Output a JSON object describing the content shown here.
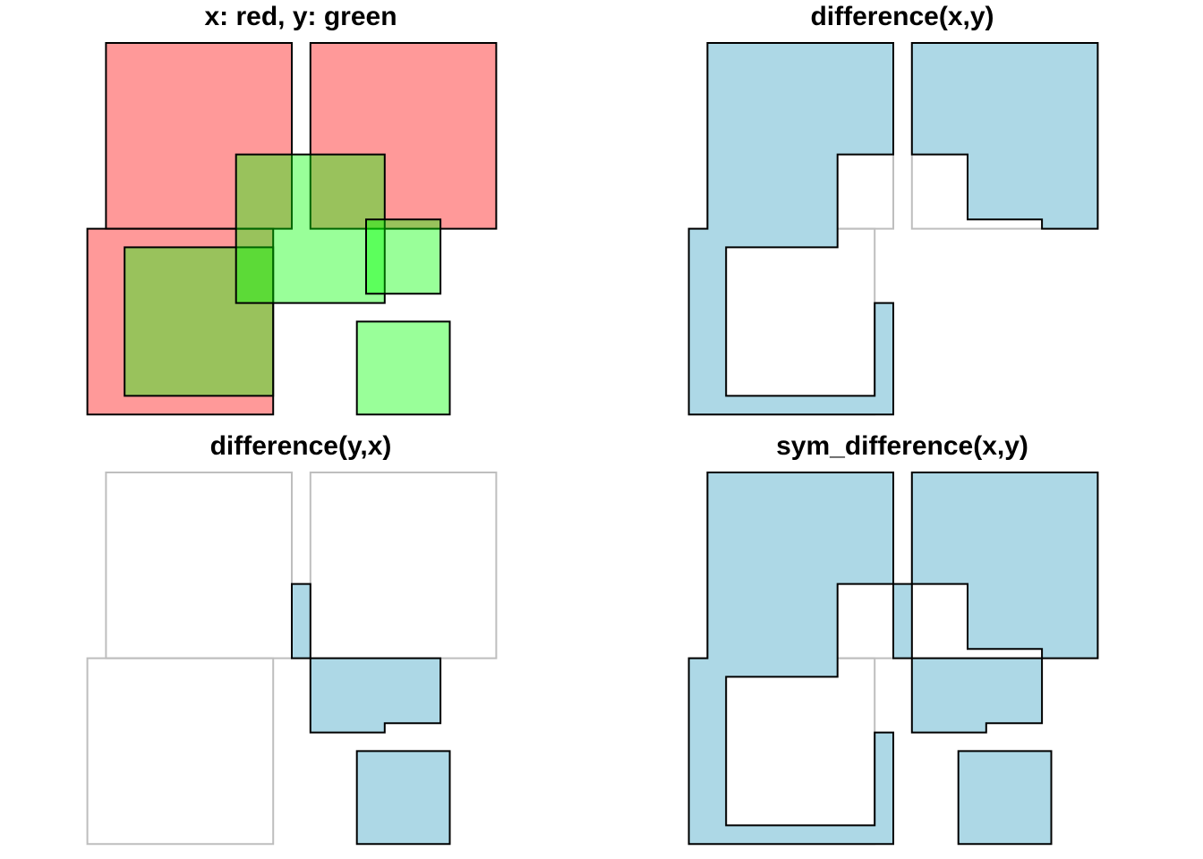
{
  "figure": {
    "colors": {
      "x_fill": "#ff000066",
      "y_fill": "#00ff0066",
      "result_fill": "#add8e6",
      "outline": "#000000",
      "reference_outline": "#bebebe"
    },
    "panels": [
      {
        "id": "inputs",
        "title": "x: red, y: green",
        "operation": "inputs",
        "shapes": [
          {
            "role": "x",
            "coords": [
              [
                0,
                3
              ],
              [
                2,
                3
              ],
              [
                2,
                1
              ],
              [
                0,
                1
              ]
            ]
          },
          {
            "role": "x",
            "coords": [
              [
                -0.2,
                1
              ],
              [
                1.8,
                1
              ],
              [
                1.8,
                -1
              ],
              [
                -0.2,
                -1
              ]
            ]
          },
          {
            "role": "x",
            "coords": [
              [
                2.2,
                3
              ],
              [
                4.2,
                3
              ],
              [
                4.2,
                1
              ],
              [
                2.2,
                1
              ]
            ]
          },
          {
            "role": "y",
            "coords": [
              [
                0.2,
                0.8
              ],
              [
                1.8,
                0.8
              ],
              [
                1.8,
                -0.8
              ],
              [
                0.2,
                -0.8
              ]
            ]
          },
          {
            "role": "y",
            "coords": [
              [
                1.4,
                1.8
              ],
              [
                3,
                1.8
              ],
              [
                3,
                0.2
              ],
              [
                1.4,
                0.2
              ]
            ]
          },
          {
            "role": "y",
            "coords": [
              [
                2.8,
                1.1
              ],
              [
                3.6,
                1.1
              ],
              [
                3.6,
                0.3
              ],
              [
                2.8,
                0.3
              ]
            ]
          },
          {
            "role": "y",
            "coords": [
              [
                2.7,
                0
              ],
              [
                3.7,
                0
              ],
              [
                3.7,
                -1
              ],
              [
                2.7,
                -1
              ]
            ]
          }
        ]
      },
      {
        "id": "diff-xy",
        "title": "difference(x,y)",
        "operation": "difference(x,y)",
        "reference_outlines": [
          [
            [
              0,
              3
            ],
            [
              2,
              3
            ],
            [
              2,
              1
            ],
            [
              0,
              1
            ]
          ],
          [
            [
              -0.2,
              1
            ],
            [
              1.8,
              1
            ],
            [
              1.8,
              -1
            ],
            [
              -0.2,
              -1
            ]
          ],
          [
            [
              2.2,
              3
            ],
            [
              4.2,
              3
            ],
            [
              4.2,
              1
            ],
            [
              2.2,
              1
            ]
          ]
        ],
        "shapes": [
          {
            "role": "result",
            "coords": [
              [
                0,
                3
              ],
              [
                2,
                3
              ],
              [
                2,
                1.8
              ],
              [
                1.4,
                1.8
              ],
              [
                1.4,
                1
              ],
              [
                1.4,
                0.8
              ],
              [
                0.2,
                0.8
              ],
              [
                0.2,
                -0.8
              ],
              [
                1.8,
                -0.8
              ],
              [
                1.8,
                0.2
              ],
              [
                2,
                0.2
              ],
              [
                2,
                -1
              ],
              [
                -0.2,
                -1
              ],
              [
                -0.2,
                1
              ],
              [
                0,
                1
              ]
            ]
          },
          {
            "role": "result",
            "coords": [
              [
                2.2,
                3
              ],
              [
                4.2,
                3
              ],
              [
                4.2,
                1
              ],
              [
                3.6,
                1
              ],
              [
                3.6,
                1.1
              ],
              [
                2.8,
                1.1
              ],
              [
                2.8,
                1.8
              ],
              [
                2.2,
                1.8
              ]
            ]
          }
        ]
      },
      {
        "id": "diff-yx",
        "title": "difference(y,x)",
        "operation": "difference(y,x)",
        "reference_outlines": [
          [
            [
              0,
              3
            ],
            [
              2,
              3
            ],
            [
              2,
              1
            ],
            [
              0,
              1
            ]
          ],
          [
            [
              -0.2,
              1
            ],
            [
              1.8,
              1
            ],
            [
              1.8,
              -1
            ],
            [
              -0.2,
              -1
            ]
          ],
          [
            [
              2.2,
              3
            ],
            [
              4.2,
              3
            ],
            [
              4.2,
              1
            ],
            [
              2.2,
              1
            ]
          ]
        ],
        "shapes": [
          {
            "role": "result",
            "coords": [
              [
                2,
                1.8
              ],
              [
                2.2,
                1.8
              ],
              [
                2.2,
                1
              ],
              [
                2,
                1
              ]
            ]
          },
          {
            "role": "result",
            "coords": [
              [
                2.2,
                1
              ],
              [
                3.6,
                1
              ],
              [
                3.6,
                0.3
              ],
              [
                3,
                0.3
              ],
              [
                3,
                0.2
              ],
              [
                2.2,
                0.2
              ]
            ]
          },
          {
            "role": "result",
            "coords": [
              [
                2.7,
                0
              ],
              [
                3.7,
                0
              ],
              [
                3.7,
                -1
              ],
              [
                2.7,
                -1
              ]
            ]
          }
        ]
      },
      {
        "id": "symdiff",
        "title": "sym_difference(x,y)",
        "operation": "sym_difference(x,y)",
        "reference_outlines": [
          [
            [
              0,
              3
            ],
            [
              2,
              3
            ],
            [
              2,
              1
            ],
            [
              0,
              1
            ]
          ],
          [
            [
              -0.2,
              1
            ],
            [
              1.8,
              1
            ],
            [
              1.8,
              -1
            ],
            [
              -0.2,
              -1
            ]
          ],
          [
            [
              2.2,
              3
            ],
            [
              4.2,
              3
            ],
            [
              4.2,
              1
            ],
            [
              2.2,
              1
            ]
          ]
        ],
        "shapes": [
          {
            "role": "result",
            "coords": [
              [
                0,
                3
              ],
              [
                2,
                3
              ],
              [
                2,
                1.8
              ],
              [
                1.4,
                1.8
              ],
              [
                1.4,
                1
              ],
              [
                1.4,
                0.8
              ],
              [
                0.2,
                0.8
              ],
              [
                0.2,
                -0.8
              ],
              [
                1.8,
                -0.8
              ],
              [
                1.8,
                0.2
              ],
              [
                2,
                0.2
              ],
              [
                2,
                -1
              ],
              [
                -0.2,
                -1
              ],
              [
                -0.2,
                1
              ],
              [
                0,
                1
              ]
            ]
          },
          {
            "role": "result",
            "coords": [
              [
                2.2,
                3
              ],
              [
                4.2,
                3
              ],
              [
                4.2,
                1
              ],
              [
                3.6,
                1
              ],
              [
                3.6,
                1.1
              ],
              [
                2.8,
                1.1
              ],
              [
                2.8,
                1.8
              ],
              [
                2.2,
                1.8
              ]
            ]
          },
          {
            "role": "result",
            "coords": [
              [
                2,
                1.8
              ],
              [
                2.2,
                1.8
              ],
              [
                2.2,
                1
              ],
              [
                2,
                1
              ]
            ]
          },
          {
            "role": "result",
            "coords": [
              [
                2.2,
                1
              ],
              [
                3.6,
                1
              ],
              [
                3.6,
                0.3
              ],
              [
                3,
                0.3
              ],
              [
                3,
                0.2
              ],
              [
                2.2,
                0.2
              ]
            ]
          },
          {
            "role": "result",
            "coords": [
              [
                2.7,
                0
              ],
              [
                3.7,
                0
              ],
              [
                3.7,
                -1
              ],
              [
                2.7,
                -1
              ]
            ]
          }
        ]
      }
    ]
  }
}
